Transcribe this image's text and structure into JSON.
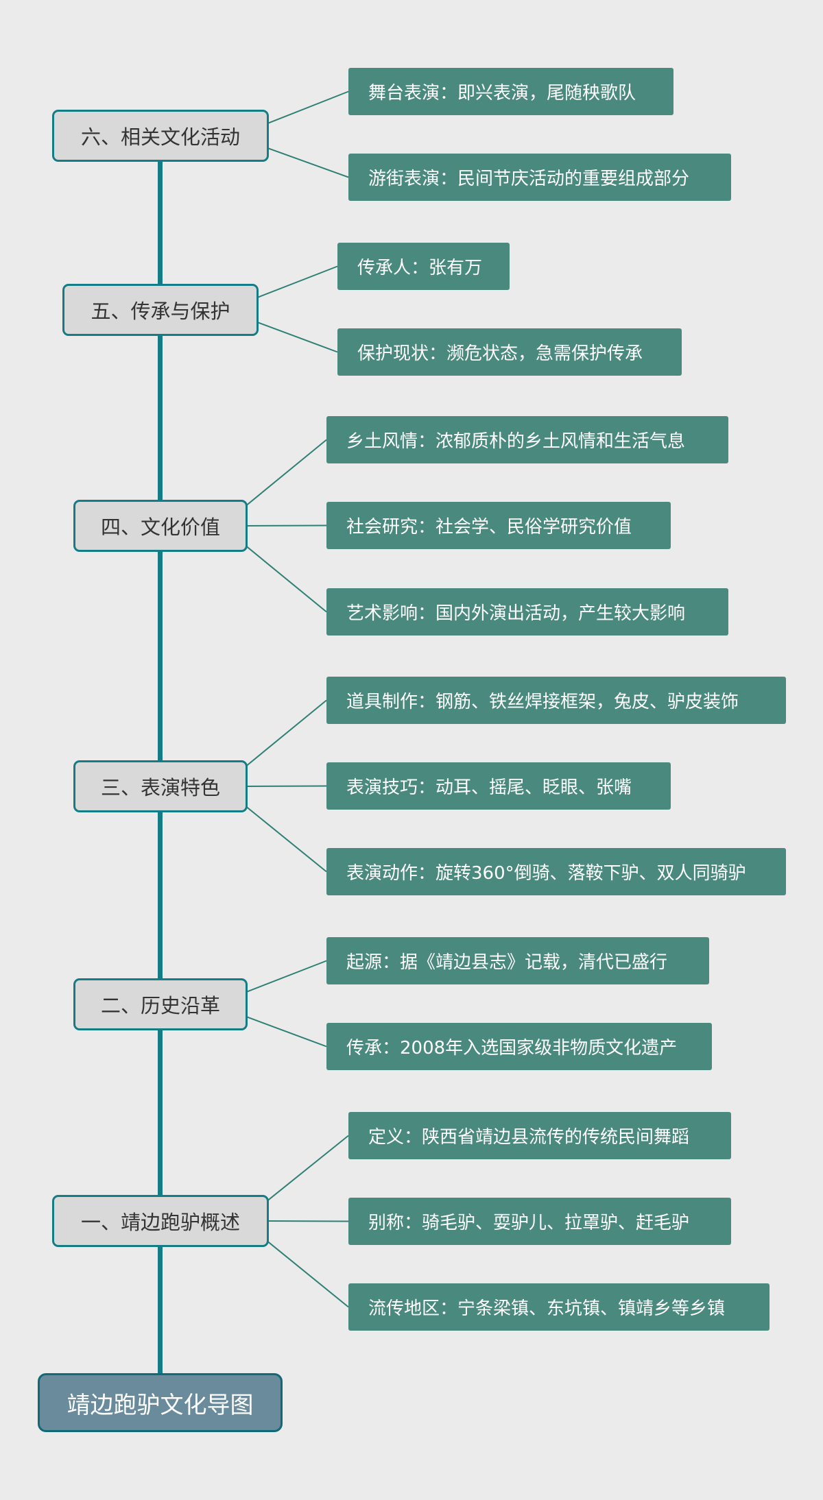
{
  "title": "靖边跑驴文化导图",
  "colors": {
    "background": "#ebebeb",
    "spine": "#137c85",
    "section_fill": "#d9d9d9",
    "section_border": "#137c85",
    "leaf_fill": "#4a8a7e",
    "root_fill": "#6a8b9b",
    "connector": "#2e7f74"
  },
  "sections": [
    {
      "label": "六、相关文化活动",
      "items": [
        "舞台表演：即兴表演，尾随秧歌队",
        "游街表演：民间节庆活动的重要组成部分"
      ]
    },
    {
      "label": "五、传承与保护",
      "items": [
        "传承人：张有万",
        "保护现状：濒危状态，急需保护传承"
      ]
    },
    {
      "label": "四、文化价值",
      "items": [
        "乡土风情：浓郁质朴的乡土风情和生活气息",
        "社会研究：社会学、民俗学研究价值",
        "艺术影响：国内外演出活动，产生较大影响"
      ]
    },
    {
      "label": "三、表演特色",
      "items": [
        "道具制作：钢筋、铁丝焊接框架，兔皮、驴皮装饰",
        "表演技巧：动耳、摇尾、眨眼、张嘴",
        "表演动作：旋转360°倒骑、落鞍下驴、双人同骑驴"
      ]
    },
    {
      "label": "二、历史沿革",
      "items": [
        "起源：据《靖边县志》记载，清代已盛行",
        "传承：2008年入选国家级非物质文化遗产"
      ]
    },
    {
      "label": "一、靖边跑驴概述",
      "items": [
        "定义：陕西省靖边县流传的传统民间舞蹈",
        "别称：骑毛驴、耍驴儿、拉罩驴、赶毛驴",
        "流传地区：宁条梁镇、东坑镇、镇靖乡等乡镇"
      ]
    }
  ]
}
